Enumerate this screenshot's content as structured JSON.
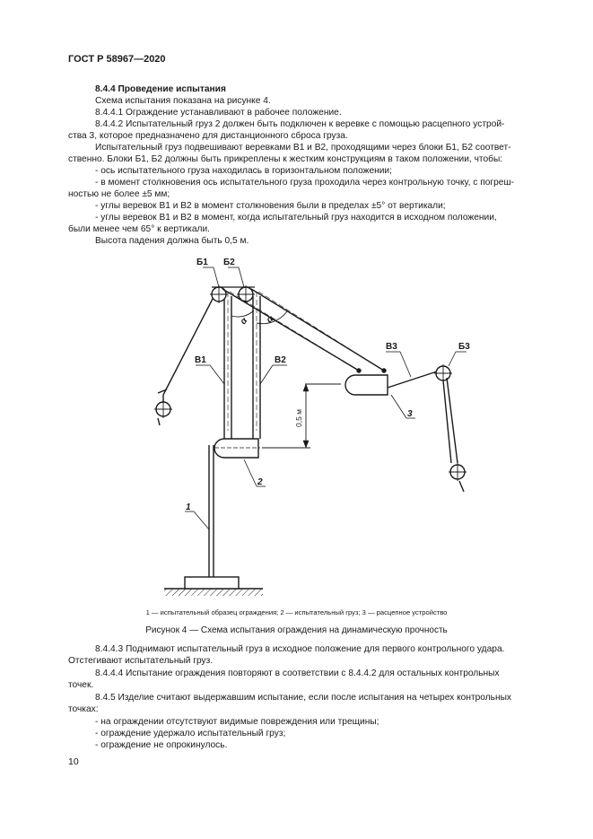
{
  "header": {
    "title": "ГОСТ Р 58967—2020"
  },
  "section_before": {
    "heading": "8.4.4 Проведение испытания",
    "p1": "Схема испытания показана на рисунке 4.",
    "p2": "8.4.4.1 Ограждение устанавливают в рабочее положение.",
    "p3_line1": "8.4.4.2 Испытательный груз 2 должен быть подключен к веревке с помощью расцепного устрой-",
    "p3_line2": "ства 3, которое предназначено для дистанционного сброса груза.",
    "p4_line1": "Испытательный груз подвешивают веревками В1 и В2, проходящими через блоки Б1, Б2 соответ-",
    "p4_line2": "ственно. Блоки Б1, Б2 должны быть прикреплены к жестким конструкциям в таком положении, чтобы:",
    "b1": "- ось испытательного груза находилась в горизонтальном положении;",
    "b2_line1": "- в момент столкновения ось испытательного груза проходила через контрольную точку, с погреш-",
    "b2_line2": "ностью не более ±5 мм;",
    "b3": "- углы веревок В1 и В2 в момент столкновения были в пределах ±5° от вертикали;",
    "b4_line1": "- углы веревок В1 и В2 в момент, когда испытательный груз находится в исходном положении,",
    "b4_line2": "были менее чем 65° к вертикали.",
    "p5": "Высота падения должна быть 0,5 м."
  },
  "figure": {
    "labels": {
      "b1_block": "Б1",
      "b2_block": "Б2",
      "b3_block": "Б3",
      "v1_rope": "В1",
      "v2_rope": "В2",
      "v3_rope": "В3",
      "alpha1": "α",
      "alpha2": "α",
      "height": "0,5 м",
      "n1": "1",
      "n2": "2",
      "n3": "3"
    },
    "legend": "1 — испытательный образец ограждения; 2 — испытательный груз; 3 — расцепное устройство",
    "title": "Рисунок 4 — Схема испытания ограждения на динамическую прочность"
  },
  "section_after": {
    "p1_line1": "8.4.4.3 Поднимают испытательный груз в исходное положение для первого контрольного удара.",
    "p1_line2": "Отстегивают испытательный груз.",
    "p2_line1": "8.4.4.4 Испытание ограждения повторяют в соответствии с 8.4.4.2 для остальных контрольных",
    "p2_line2": "точек.",
    "p3_line1": "8.4.5 Изделие считают выдержавшим испытание, если после испытания на четырех контрольных",
    "p3_line2": "точках:",
    "b1": "- на ограждении отсутствуют видимые повреждения или трещины;",
    "b2": "- ограждение удержало испытательный груз;",
    "b3": "- ограждение не опрокинулось."
  },
  "footer": {
    "page_number": "10"
  }
}
